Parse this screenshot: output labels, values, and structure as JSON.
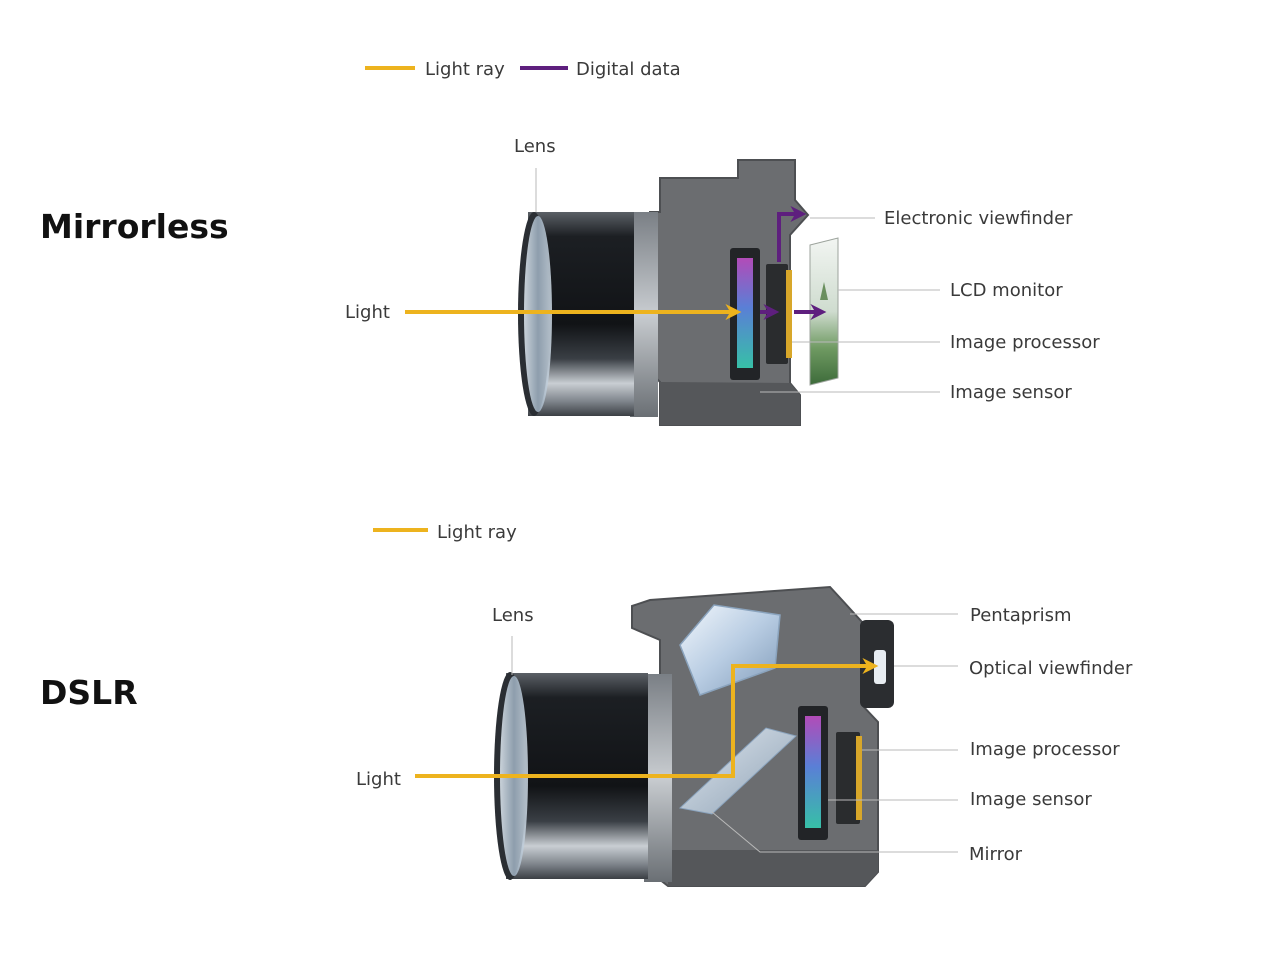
{
  "colors": {
    "light_ray": "#EDB31E",
    "digital_data": "#5E1F7E",
    "body": "#696B6E",
    "body_dark": "#4B4D50",
    "leader": "#B9B9B9"
  },
  "mirrorless": {
    "title": "Mirrorless",
    "legend": {
      "light_ray": "Light ray",
      "digital_data": "Digital data"
    },
    "labels": {
      "lens": "Lens",
      "light": "Light",
      "evf": "Electronic viewfinder",
      "lcd": "LCD monitor",
      "processor": "Image processor",
      "sensor": "Image sensor"
    }
  },
  "dslr": {
    "title": "DSLR",
    "legend": {
      "light_ray": "Light ray"
    },
    "labels": {
      "lens": "Lens",
      "light": "Light",
      "pentaprism": "Pentaprism",
      "ovf": "Optical viewfinder",
      "processor": "Image processor",
      "sensor": "Image sensor",
      "mirror": "Mirror"
    }
  }
}
